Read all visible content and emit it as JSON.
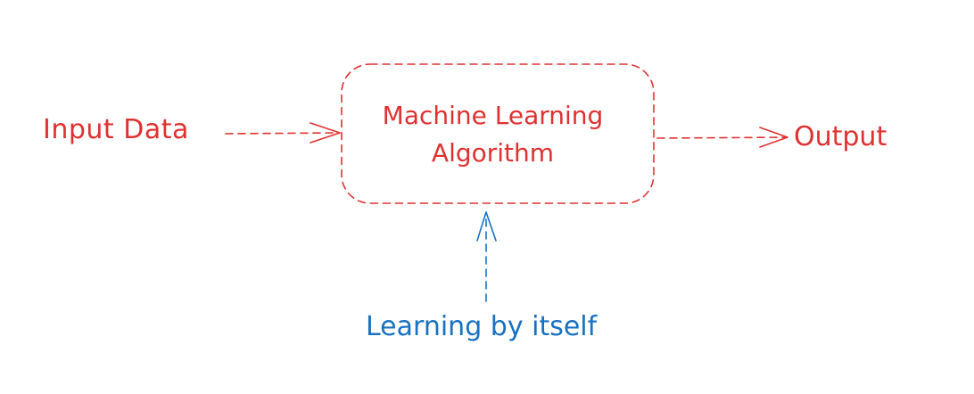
{
  "diagram": {
    "input_label": "Input Data",
    "box_label_line1": "Machine Learning",
    "box_label_line2": "Algorithm",
    "output_label": "Output",
    "feedback_label": "Learning by itself"
  },
  "colors": {
    "primary": "#e03131",
    "secondary": "#1971c2",
    "background": "#ffffff"
  }
}
